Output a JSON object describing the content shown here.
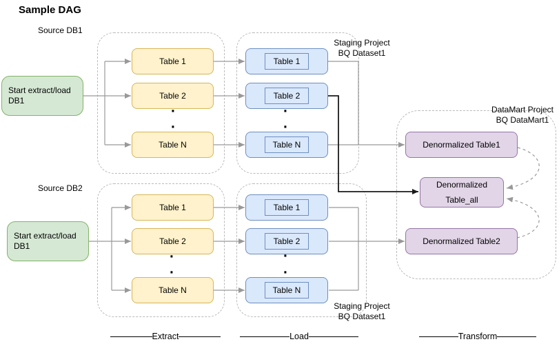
{
  "title": "Sample DAG",
  "ellipsis_dot": "·",
  "stages": {
    "extract": "Extract",
    "load": "Load",
    "transform": "Transform"
  },
  "db1": {
    "source_label": "Source DB1",
    "start_label": "Start extract/load DB1",
    "extract_tables": [
      "Table 1",
      "Table 2",
      "Table N"
    ],
    "load_tables": [
      "Table 1",
      "Table 2",
      "Table N"
    ]
  },
  "db2": {
    "source_label": "Source DB2",
    "start_label": "Start extract/load DB1",
    "extract_tables": [
      "Table 1",
      "Table 2",
      "Table N"
    ],
    "load_tables": [
      "Table 1",
      "Table 2",
      "Table N"
    ]
  },
  "staging_top": {
    "line1": "Staging Project",
    "line2": "BQ Dataset1"
  },
  "staging_bottom": {
    "line1": "Staging Project",
    "line2": "BQ Dataset1"
  },
  "datamart": {
    "label_line1": "DataMart Project",
    "label_line2": "BQ DataMart1",
    "table1": "Denormalized Table1",
    "table_all": "Denormalized Table_all",
    "table2": "Denormalized Table2"
  },
  "colors": {
    "green_fill": "#d5e8d4",
    "green_stroke": "#82b366",
    "yellow_fill": "#fff2cc",
    "yellow_stroke": "#d6b656",
    "blue_fill": "#dae8fc",
    "blue_stroke": "#6c8ebf",
    "purple_fill": "#e1d5e7",
    "purple_stroke": "#9673a6",
    "wire": "#999999",
    "wire_dark": "#1a1a1a",
    "container_border": "#b9b9b9"
  }
}
